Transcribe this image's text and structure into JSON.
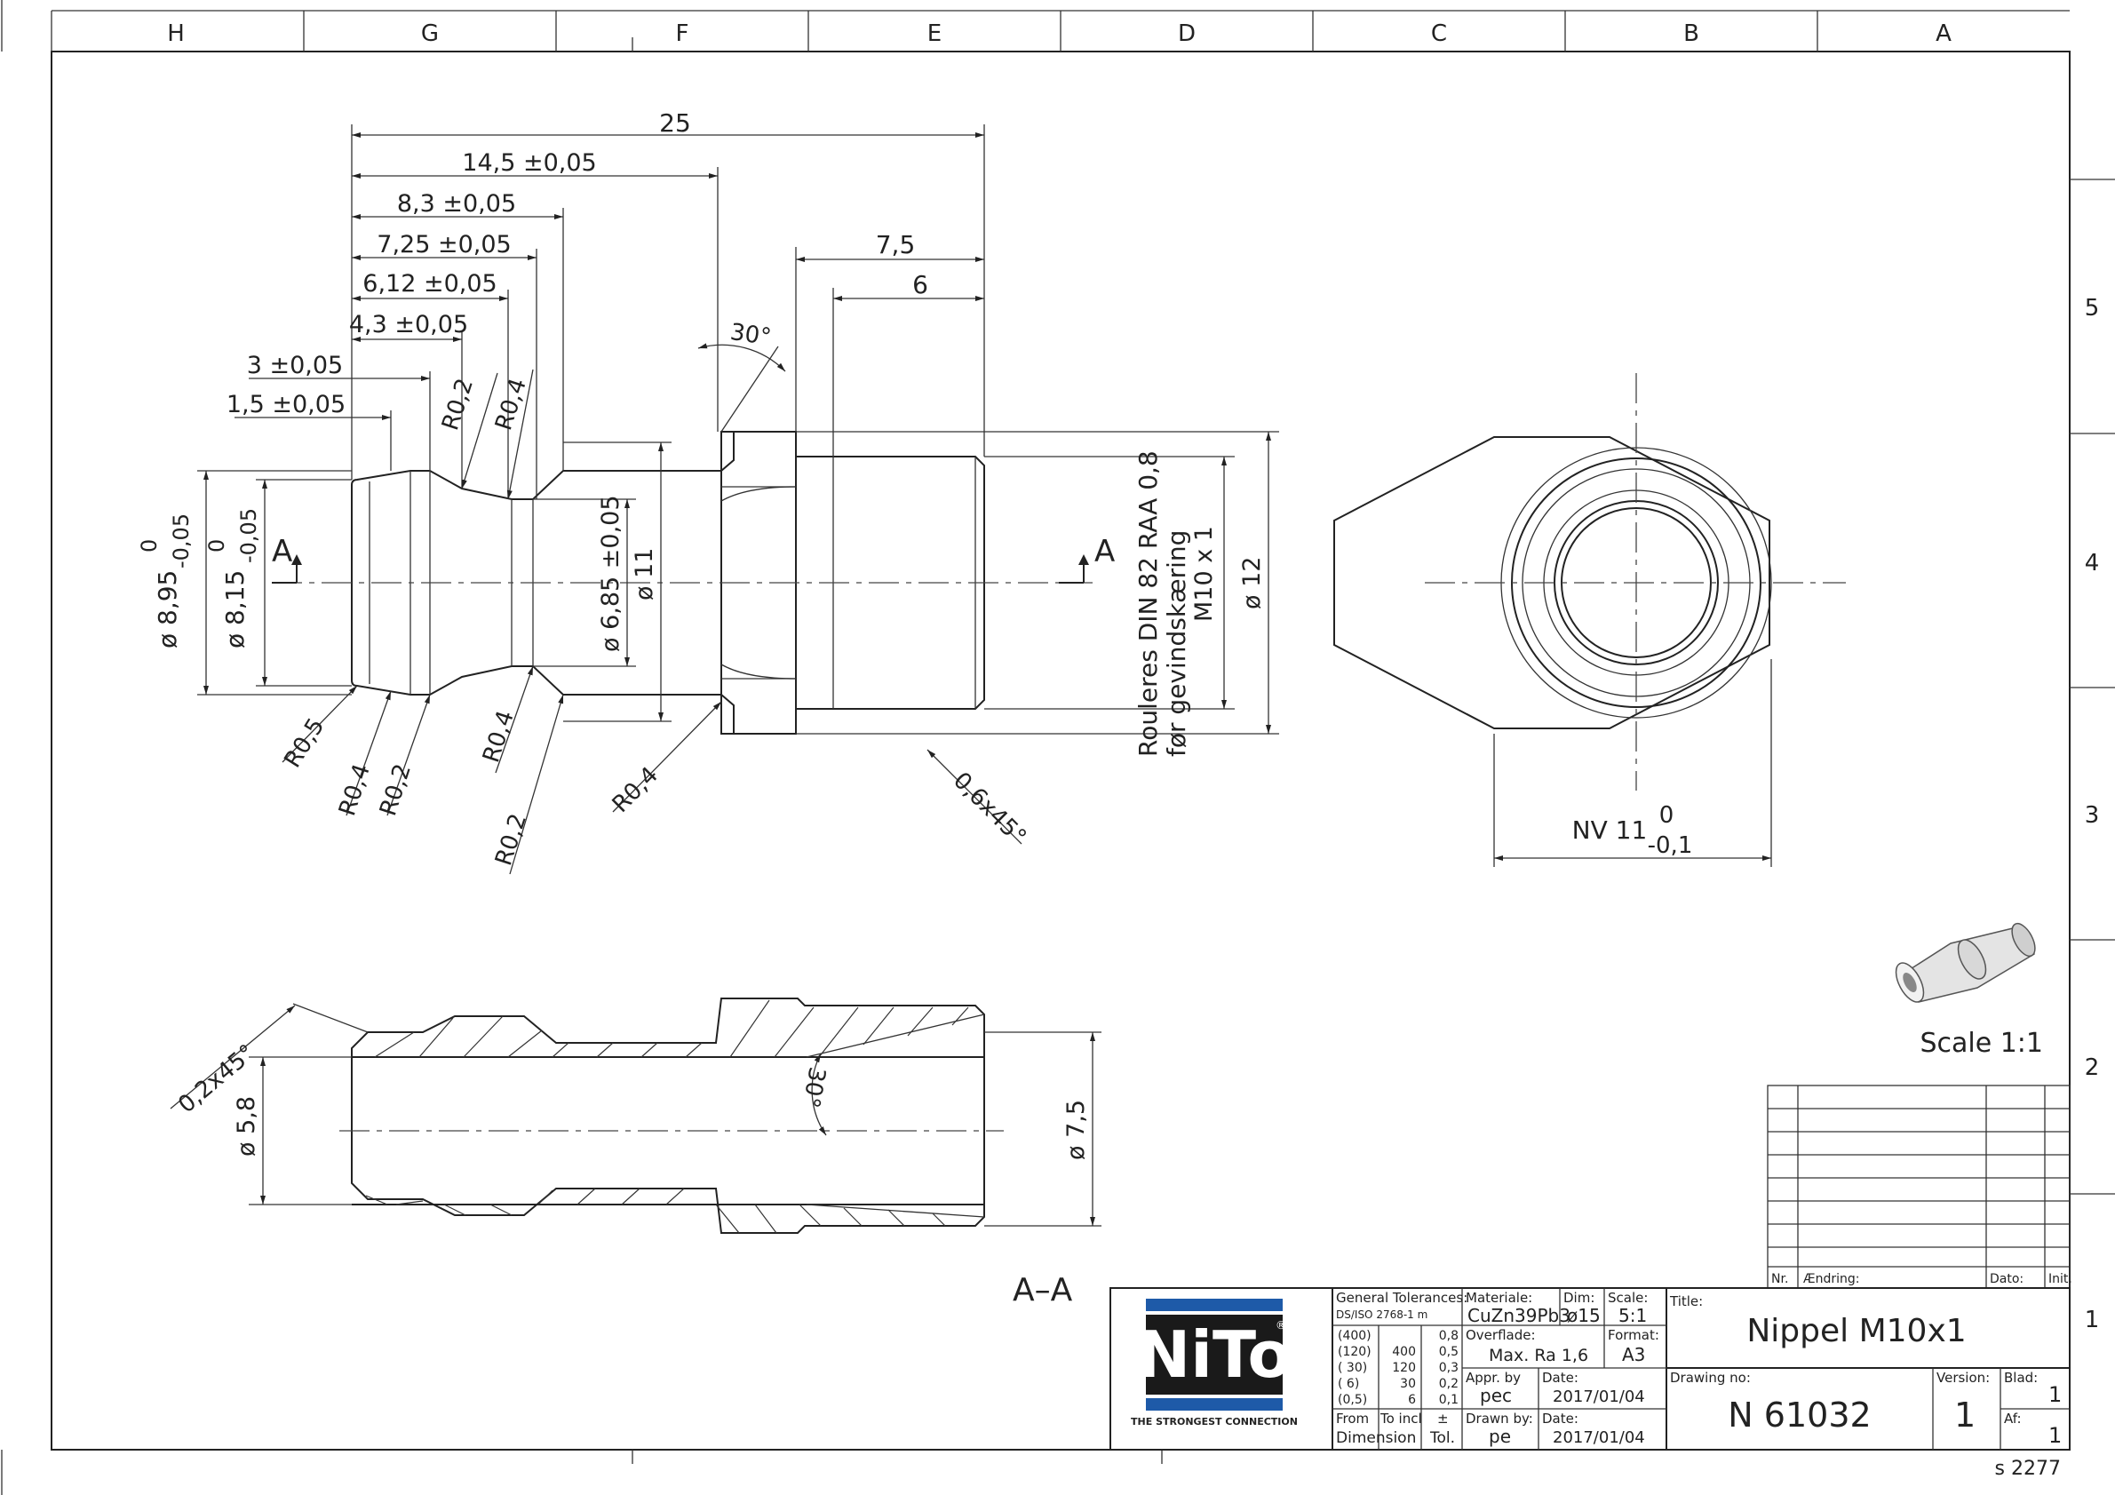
{
  "sheet": {
    "zones_top": [
      "H",
      "G",
      "F",
      "E",
      "D",
      "C",
      "B",
      "A"
    ],
    "zones_right": [
      "5",
      "4",
      "3",
      "2",
      "1"
    ],
    "sheet_code": "s 2277"
  },
  "front_view": {
    "dims_horizontal": [
      "25",
      "14,5 ±0,05",
      "8,3 ±0,05",
      "7,25 ±0,05",
      "6,12 ±0,05",
      "4,3 ±0,05",
      "3 ±0,05",
      "1,5 ±0,05",
      "7,5",
      "6"
    ],
    "dims_vertical": [
      "ø 8,95",
      "0",
      "-0,05",
      "ø 8,15",
      "0",
      "-0,05",
      "ø 6,85 ±0,05",
      "ø 11",
      "ø 12"
    ],
    "radii": [
      "R0,2",
      "R0,4",
      "R0,5",
      "R0,4",
      "R0,2",
      "R0,4",
      "R0,2",
      "R0,4"
    ],
    "angle": "30°",
    "chamfer": "0,6x45°",
    "section_mark": "A",
    "thread_note_1": "Rouleres DIN 82 RAA 0,8",
    "thread_note_2": "før gevindskæring",
    "thread_note_3": "M10 x 1"
  },
  "end_view": {
    "nv_label": "NV 11",
    "nv_tol_upper": "0",
    "nv_tol_lower": "-0,1"
  },
  "section_view": {
    "label": "A–A",
    "chamfer": "0,2x45°",
    "bore": "ø 5,8",
    "outer": "ø 7,5",
    "angle": "30°"
  },
  "iso_view": {
    "scale_label": "Scale 1:1"
  },
  "revision_table": {
    "col_nr": "Nr.",
    "col_change": "Ændring:",
    "col_date": "Dato:",
    "col_init": "Init."
  },
  "title_block": {
    "logo_text": "NiTo",
    "logo_reg": "®",
    "logo_tagline": "THE STRONGEST CONNECTION",
    "gen_tol_label": "General Tolerances:",
    "gen_tol_std": "DS/ISO 2768-1 m",
    "tol_rows": [
      {
        "from": "(400)",
        "to": "",
        "tol": "0,8"
      },
      {
        "from": "(120)",
        "to": "400",
        "tol": "0,5"
      },
      {
        "from": "( 30)",
        "to": "120",
        "tol": "0,3"
      },
      {
        "from": "( 6)",
        "to": "30",
        "tol": "0,2"
      },
      {
        "from": "(0,5)",
        "to": "6",
        "tol": "0,1"
      }
    ],
    "tol_from_label": "From",
    "tol_to_label": "To incl",
    "tol_pm_label": "±",
    "tol_dimension_label": "Dimension",
    "tol_tol_label": "Tol.",
    "material_label": "Materiale:",
    "material_value": "CuZn39Pb3",
    "dim_label": "Dim:",
    "dim_value": "ø15",
    "scale_label": "Scale:",
    "scale_value": "5:1",
    "surface_label": "Overflade:",
    "surface_value": "Max. Ra 1,6",
    "format_label": "Format:",
    "format_value": "A3",
    "appr_label": "Appr. by",
    "appr_value": "pec",
    "appr_date_label": "Date:",
    "appr_date_value": "2017/01/04",
    "drawn_label": "Drawn by:",
    "drawn_value": "pe",
    "drawn_date_label": "Date:",
    "drawn_date_value": "2017/01/04",
    "title_label": "Title:",
    "title_value": "Nippel M10x1",
    "drawing_no_label": "Drawing no:",
    "drawing_no_value": "N 61032",
    "version_label": "Version:",
    "version_value": "1",
    "sheet_label": "Blad:",
    "sheet_value": "1",
    "of_label": "Af:",
    "of_value": "1"
  },
  "colors": {
    "line": "#222222",
    "logo_blue": "#1e5aa8",
    "logo_black": "#1a1a1a"
  }
}
